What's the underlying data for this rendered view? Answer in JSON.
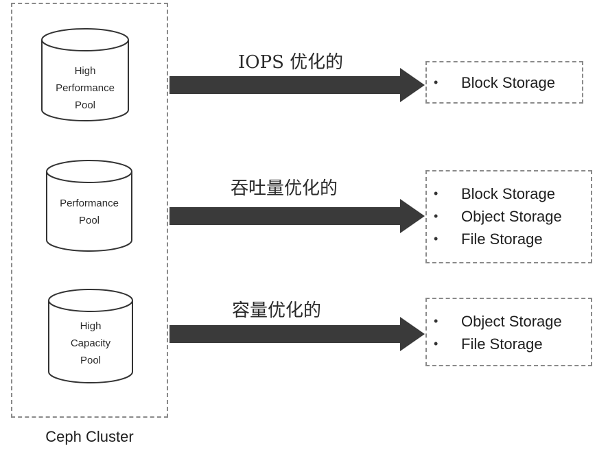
{
  "cluster": {
    "label": "Ceph Cluster",
    "pools": [
      {
        "lines": [
          "High",
          "Performance",
          "Pool"
        ]
      },
      {
        "lines": [
          "Performance",
          "Pool"
        ]
      },
      {
        "lines": [
          "High",
          "Capacity",
          "Pool"
        ]
      }
    ]
  },
  "flows": [
    {
      "label": "IOPS 优化的",
      "targets": [
        "Block Storage"
      ]
    },
    {
      "label": "吞吐量优化的",
      "targets": [
        "Block Storage",
        "Object Storage",
        "File Storage"
      ]
    },
    {
      "label": "容量优化的",
      "targets": [
        "Object Storage",
        "File Storage"
      ]
    }
  ],
  "bullet_glyph": "•",
  "colors": {
    "arrow": "#3a3a3a",
    "dashed_border": "#8a8a8a",
    "cylinder_stroke": "#333333"
  }
}
